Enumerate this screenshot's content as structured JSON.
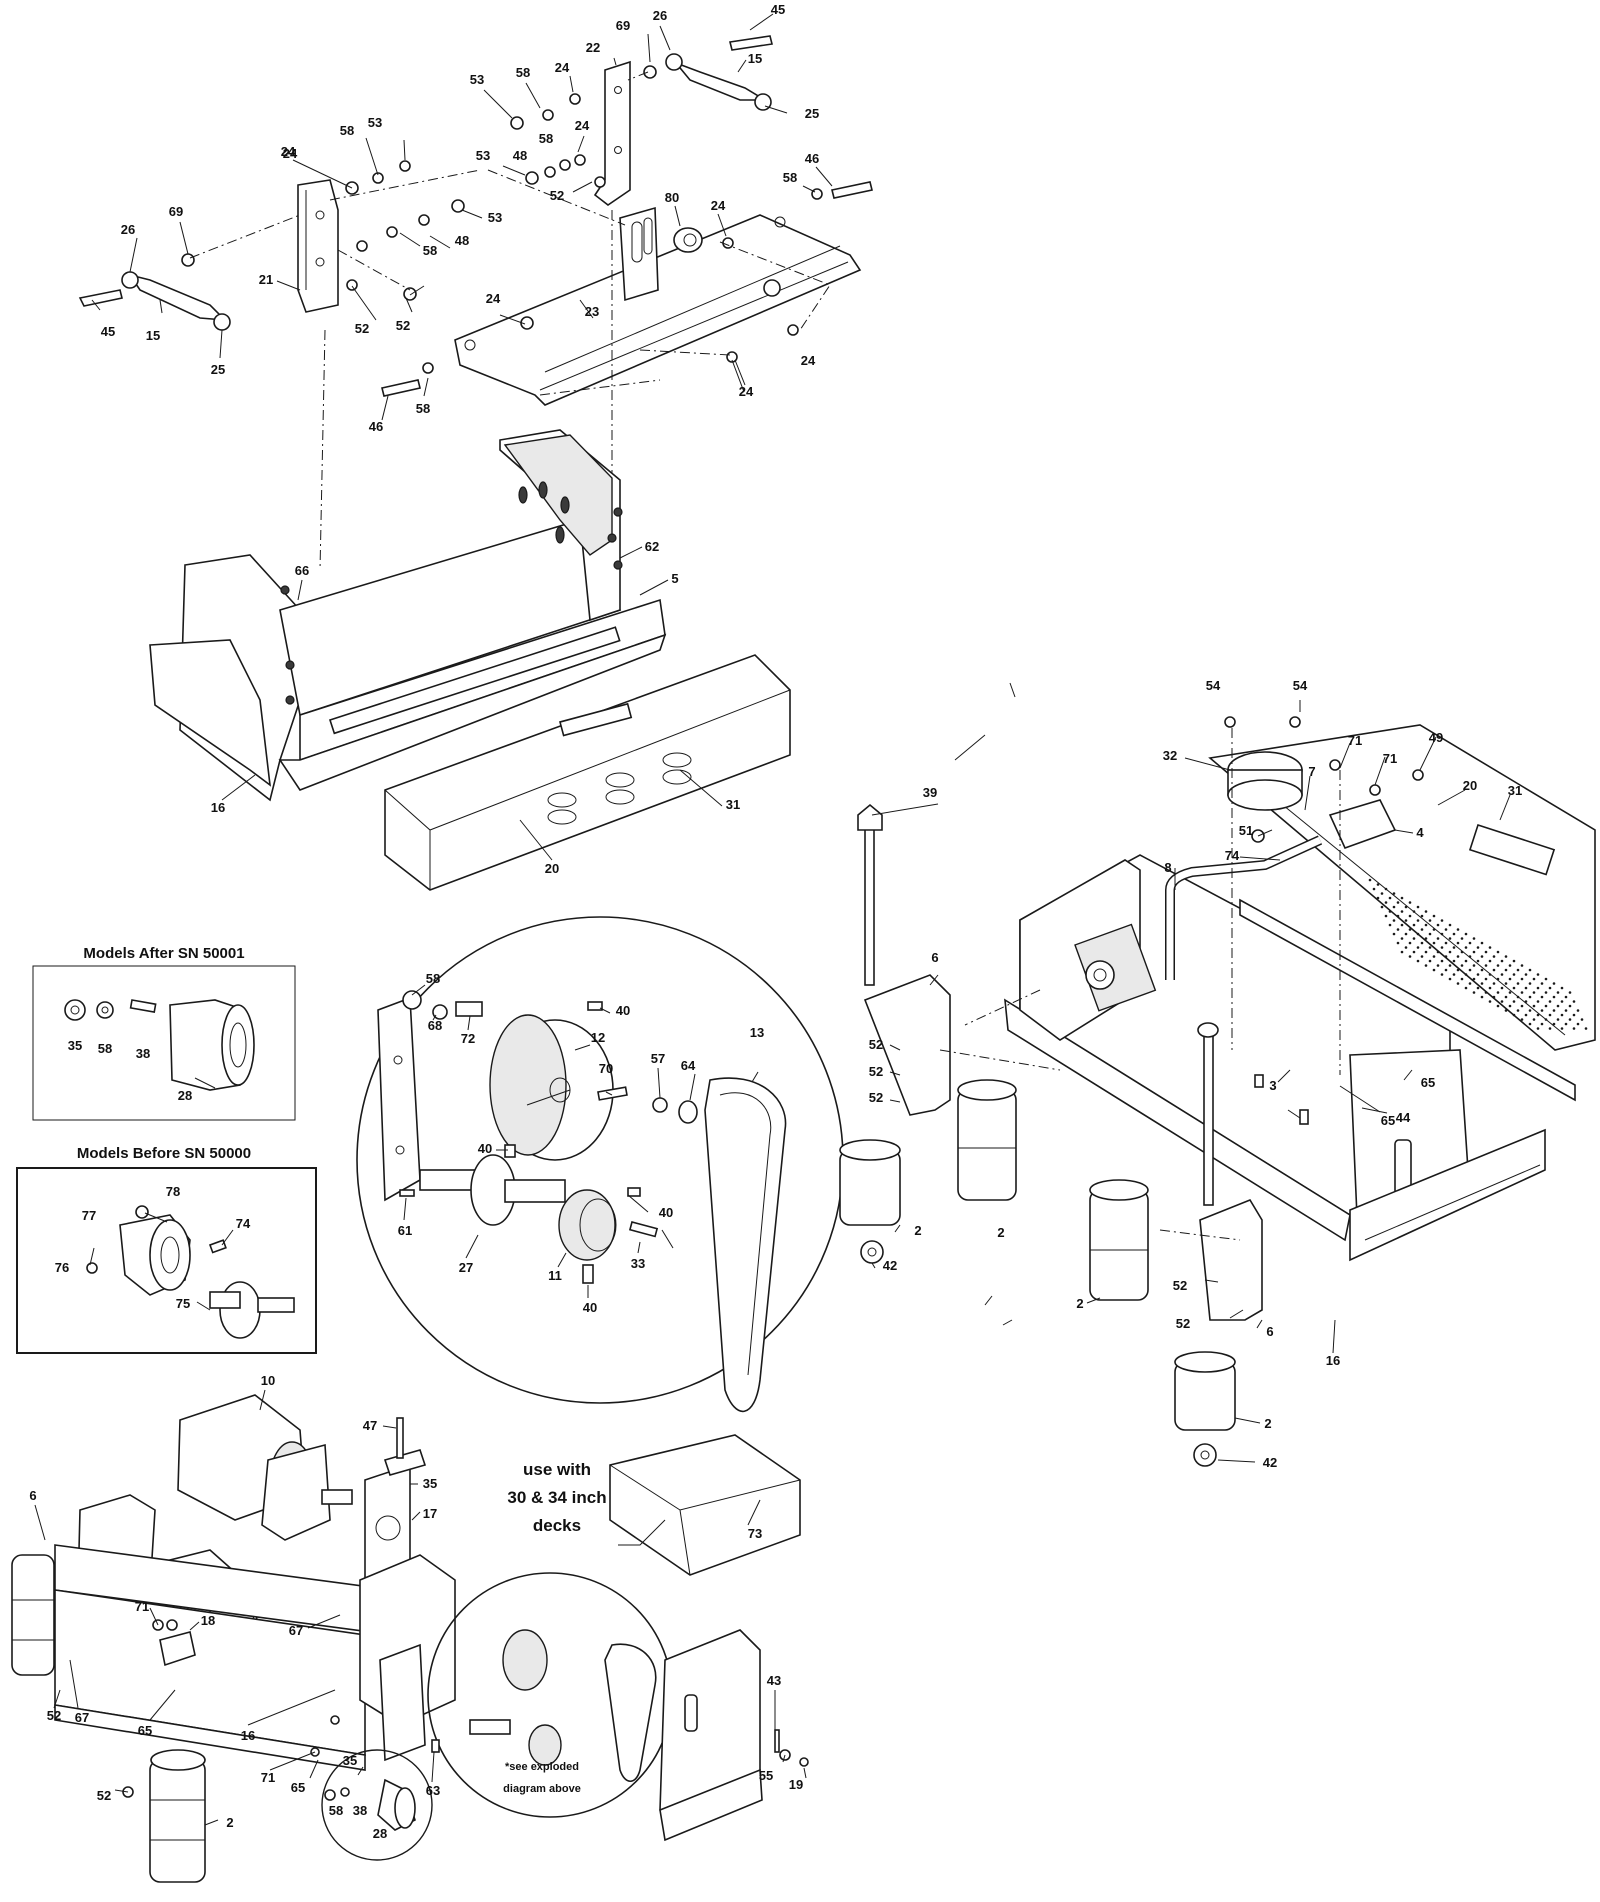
{
  "inset_after": {
    "title": "Models After SN 50001"
  },
  "inset_before": {
    "title": "Models Before SN 50000"
  },
  "notes": {
    "use_with_1": "use with",
    "use_with_2": "30 & 34 inch",
    "use_with_3": "decks",
    "see_1": "*see exploded",
    "see_2": "diagram above"
  },
  "colors": {
    "ink": "#1a1a1a",
    "background": "#ffffff",
    "shade": "#e9e9e9"
  },
  "callouts": [
    {
      "id": "c1",
      "text": "26"
    },
    {
      "id": "c2",
      "text": "45"
    },
    {
      "id": "c3",
      "text": "69"
    },
    {
      "id": "c4",
      "text": "22"
    },
    {
      "id": "c5",
      "text": "15"
    },
    {
      "id": "c6",
      "text": "25"
    },
    {
      "id": "c7",
      "text": "53"
    },
    {
      "id": "c8",
      "text": "58"
    },
    {
      "id": "c9",
      "text": "24"
    },
    {
      "id": "c10",
      "text": "24"
    },
    {
      "id": "c11",
      "text": "58"
    },
    {
      "id": "c12",
      "text": "53"
    },
    {
      "id": "c13",
      "text": "58"
    },
    {
      "id": "c14",
      "text": "24"
    },
    {
      "id": "c15",
      "text": "53"
    },
    {
      "id": "c16",
      "text": "48"
    },
    {
      "id": "c17",
      "text": "52"
    },
    {
      "id": "c18",
      "text": "80"
    },
    {
      "id": "c19",
      "text": "46"
    },
    {
      "id": "c20",
      "text": "58"
    },
    {
      "id": "c21",
      "text": "24"
    },
    {
      "id": "c22",
      "text": "53"
    },
    {
      "id": "c23",
      "text": "24"
    },
    {
      "id": "c24",
      "text": "58"
    },
    {
      "id": "c25",
      "text": "48"
    },
    {
      "id": "c26",
      "text": "26"
    },
    {
      "id": "c27",
      "text": "69"
    },
    {
      "id": "c28",
      "text": "21"
    },
    {
      "id": "c29",
      "text": "45"
    },
    {
      "id": "c30",
      "text": "15"
    },
    {
      "id": "c31",
      "text": "25"
    },
    {
      "id": "c32",
      "text": "52"
    },
    {
      "id": "c33",
      "text": "52"
    },
    {
      "id": "c34",
      "text": "24"
    },
    {
      "id": "c35",
      "text": "23"
    },
    {
      "id": "c36",
      "text": "24"
    },
    {
      "id": "c37",
      "text": "24"
    },
    {
      "id": "c38",
      "text": "46"
    },
    {
      "id": "c39",
      "text": "58"
    },
    {
      "id": "c40",
      "text": "62"
    },
    {
      "id": "c41",
      "text": "66"
    },
    {
      "id": "c42",
      "text": "5"
    },
    {
      "id": "c43",
      "text": "16"
    },
    {
      "id": "c44",
      "text": "31"
    },
    {
      "id": "c45",
      "text": "20"
    },
    {
      "id": "c46",
      "text": "58"
    },
    {
      "id": "c47",
      "text": "68"
    },
    {
      "id": "c48",
      "text": "72"
    },
    {
      "id": "c49",
      "text": "40"
    },
    {
      "id": "c50",
      "text": "12"
    },
    {
      "id": "c51",
      "text": "13"
    },
    {
      "id": "c52",
      "text": "70"
    },
    {
      "id": "c53",
      "text": "57"
    },
    {
      "id": "c54",
      "text": "64"
    },
    {
      "id": "c55",
      "text": "40"
    },
    {
      "id": "c56",
      "text": "40"
    },
    {
      "id": "c57",
      "text": "61"
    },
    {
      "id": "c58",
      "text": "27"
    },
    {
      "id": "c59",
      "text": "11"
    },
    {
      "id": "c60",
      "text": "33"
    },
    {
      "id": "c61",
      "text": "40"
    },
    {
      "id": "c62",
      "text": "35"
    },
    {
      "id": "c63",
      "text": "58"
    },
    {
      "id": "c64",
      "text": "38"
    },
    {
      "id": "c65",
      "text": "28"
    },
    {
      "id": "c66",
      "text": "78"
    },
    {
      "id": "c67",
      "text": "77"
    },
    {
      "id": "c68",
      "text": "74"
    },
    {
      "id": "c69",
      "text": "76"
    },
    {
      "id": "c70",
      "text": "75"
    },
    {
      "id": "c71",
      "text": "39"
    },
    {
      "id": "c72",
      "text": "6"
    },
    {
      "id": "c73",
      "text": "52"
    },
    {
      "id": "c74",
      "text": "52"
    },
    {
      "id": "c75",
      "text": "52"
    },
    {
      "id": "c76",
      "text": "2"
    },
    {
      "id": "c77",
      "text": "2"
    },
    {
      "id": "c78",
      "text": "42"
    },
    {
      "id": "c79",
      "text": "54"
    },
    {
      "id": "c80",
      "text": "54"
    },
    {
      "id": "c81",
      "text": "32"
    },
    {
      "id": "c82",
      "text": "71"
    },
    {
      "id": "c83",
      "text": "71"
    },
    {
      "id": "c84",
      "text": "49"
    },
    {
      "id": "c85",
      "text": "7"
    },
    {
      "id": "c86",
      "text": "20"
    },
    {
      "id": "c87",
      "text": "31"
    },
    {
      "id": "c88",
      "text": "51"
    },
    {
      "id": "c89",
      "text": "4"
    },
    {
      "id": "c90",
      "text": "74"
    },
    {
      "id": "c91",
      "text": "8"
    },
    {
      "id": "c92",
      "text": "3"
    },
    {
      "id": "c93",
      "text": "65"
    },
    {
      "id": "c94",
      "text": "44"
    },
    {
      "id": "c95",
      "text": "65"
    },
    {
      "id": "c96",
      "text": "2"
    },
    {
      "id": "c97",
      "text": "52"
    },
    {
      "id": "c98",
      "text": "52"
    },
    {
      "id": "c99",
      "text": "6"
    },
    {
      "id": "c100",
      "text": "16"
    },
    {
      "id": "c101",
      "text": "2"
    },
    {
      "id": "c102",
      "text": "42"
    },
    {
      "id": "c103",
      "text": "10"
    },
    {
      "id": "c104",
      "text": "47"
    },
    {
      "id": "c105",
      "text": "35"
    },
    {
      "id": "c106",
      "text": "17"
    },
    {
      "id": "c107",
      "text": "6"
    },
    {
      "id": "c108",
      "text": "71"
    },
    {
      "id": "c109",
      "text": "18"
    },
    {
      "id": "c110",
      "text": "67"
    },
    {
      "id": "c111",
      "text": "52"
    },
    {
      "id": "c112",
      "text": "67"
    },
    {
      "id": "c113",
      "text": "65"
    },
    {
      "id": "c114",
      "text": "16"
    },
    {
      "id": "c115",
      "text": "71"
    },
    {
      "id": "c116",
      "text": "65"
    },
    {
      "id": "c117",
      "text": "35"
    },
    {
      "id": "c118",
      "text": "58"
    },
    {
      "id": "c119",
      "text": "38"
    },
    {
      "id": "c120",
      "text": "28"
    },
    {
      "id": "c121",
      "text": "63"
    },
    {
      "id": "c122",
      "text": "73"
    },
    {
      "id": "c123",
      "text": "43"
    },
    {
      "id": "c124",
      "text": "55"
    },
    {
      "id": "c125",
      "text": "19"
    },
    {
      "id": "c126",
      "text": "52"
    },
    {
      "id": "c127",
      "text": "2"
    }
  ]
}
